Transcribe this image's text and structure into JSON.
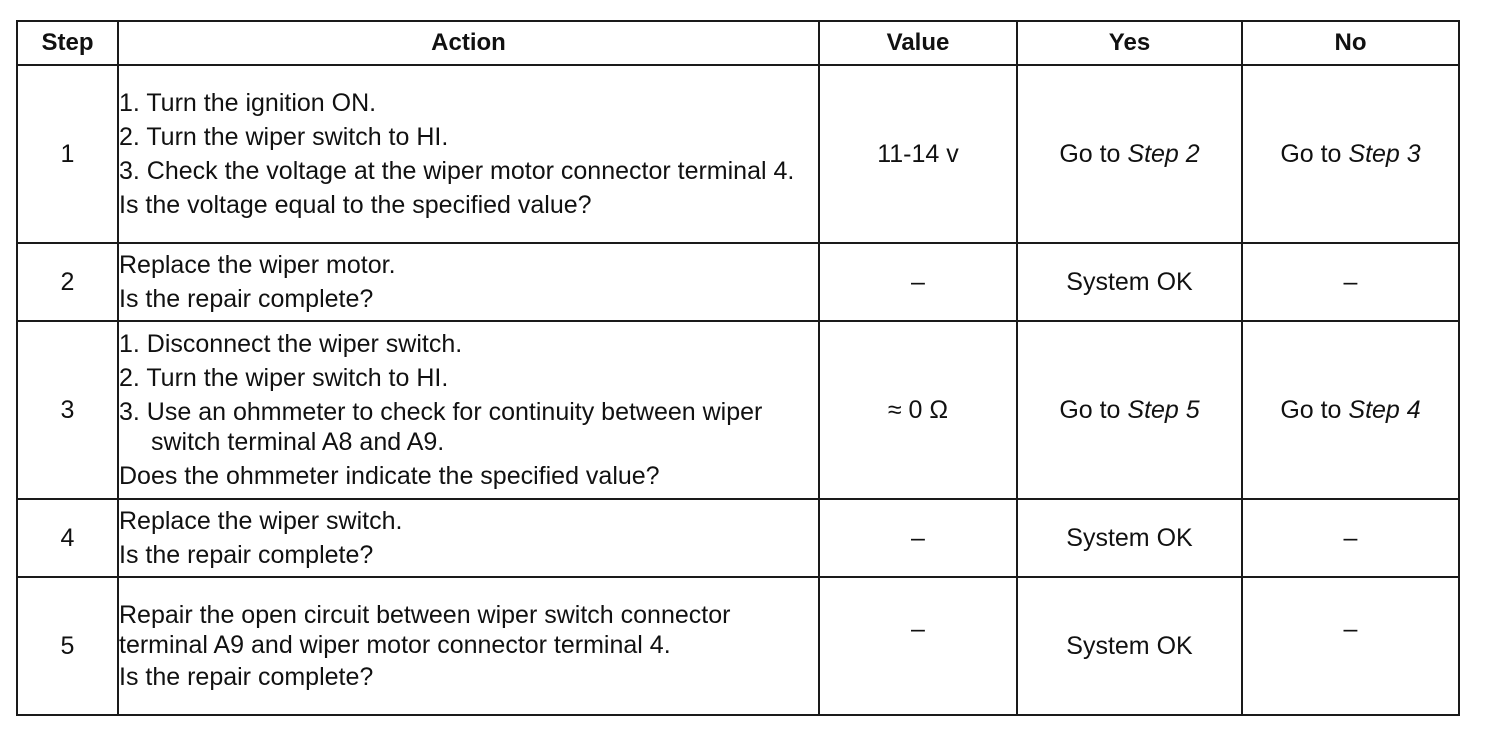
{
  "headers": {
    "step": "Step",
    "action": "Action",
    "value": "Value",
    "yes": "Yes",
    "no": "No"
  },
  "rows": [
    {
      "step": "1",
      "steps": [
        "1. Turn the ignition ON.",
        "2. Turn the wiper switch to HI.",
        "3. Check the voltage at the wiper motor connector terminal 4."
      ],
      "question": "Is the voltage equal to the specified value?",
      "value": "11-14 v",
      "yes_prefix": "Go to ",
      "yes_step": "Step 2",
      "no_prefix": "Go to ",
      "no_step": "Step 3"
    },
    {
      "step": "2",
      "steps": [
        "Replace the wiper motor."
      ],
      "question": "Is the repair complete?",
      "value": "–",
      "yes": "System OK",
      "no": "–"
    },
    {
      "step": "3",
      "steps": [
        "1. Disconnect the wiper switch.",
        "2. Turn the wiper switch to HI.",
        "3. Use an ohmmeter to check for continuity between wiper switch terminal A8 and A9."
      ],
      "question": "Does the ohmmeter indicate the specified value?",
      "value": "≈ 0 Ω",
      "yes_prefix": "Go to ",
      "yes_step": "Step 5",
      "no_prefix": "Go to ",
      "no_step": "Step 4"
    },
    {
      "step": "4",
      "steps": [
        "Replace the wiper switch."
      ],
      "question": "Is the repair complete?",
      "value": "–",
      "yes": "System OK",
      "no": "–"
    },
    {
      "step": "5",
      "steps": [
        "Repair the open circuit between wiper switch connector terminal A9 and wiper motor connector terminal 4."
      ],
      "question": "Is the repair complete?",
      "value": "–",
      "yes": "System OK",
      "no": "–"
    }
  ]
}
